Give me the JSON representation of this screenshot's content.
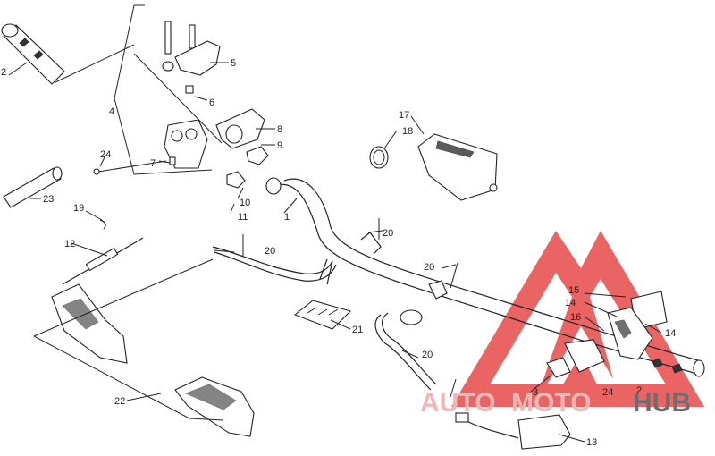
{
  "callouts": [
    {
      "id": "c1",
      "text": "1"
    },
    {
      "id": "c2a",
      "text": "2"
    },
    {
      "id": "c2b",
      "text": "2"
    },
    {
      "id": "c3",
      "text": "3"
    },
    {
      "id": "c4",
      "text": "4"
    },
    {
      "id": "c5",
      "text": "5"
    },
    {
      "id": "c6",
      "text": "6"
    },
    {
      "id": "c7",
      "text": "7"
    },
    {
      "id": "c8",
      "text": "8"
    },
    {
      "id": "c9",
      "text": "9"
    },
    {
      "id": "c10",
      "text": "10"
    },
    {
      "id": "c11",
      "text": "11"
    },
    {
      "id": "c12",
      "text": "12"
    },
    {
      "id": "c13",
      "text": "13"
    },
    {
      "id": "c14a",
      "text": "14"
    },
    {
      "id": "c14b",
      "text": "14"
    },
    {
      "id": "c15",
      "text": "15"
    },
    {
      "id": "c16",
      "text": "16"
    },
    {
      "id": "c17",
      "text": "17"
    },
    {
      "id": "c18",
      "text": "18"
    },
    {
      "id": "c19",
      "text": "19"
    },
    {
      "id": "c20a",
      "text": "20"
    },
    {
      "id": "c20b",
      "text": "20"
    },
    {
      "id": "c20c",
      "text": "20"
    },
    {
      "id": "c20d",
      "text": "20"
    },
    {
      "id": "c21",
      "text": "21"
    },
    {
      "id": "c22",
      "text": "22"
    },
    {
      "id": "c23",
      "text": "23"
    },
    {
      "id": "c24a",
      "text": "24"
    },
    {
      "id": "c24b",
      "text": "24"
    }
  ],
  "watermark": {
    "auto": "AUTO",
    "moto": "MOTO",
    "hub": "HUB",
    "colors": {
      "logo_red": "#e84a4a",
      "logo_light": "#f2b6b6",
      "logo_gray": "#6d6d6d"
    }
  }
}
